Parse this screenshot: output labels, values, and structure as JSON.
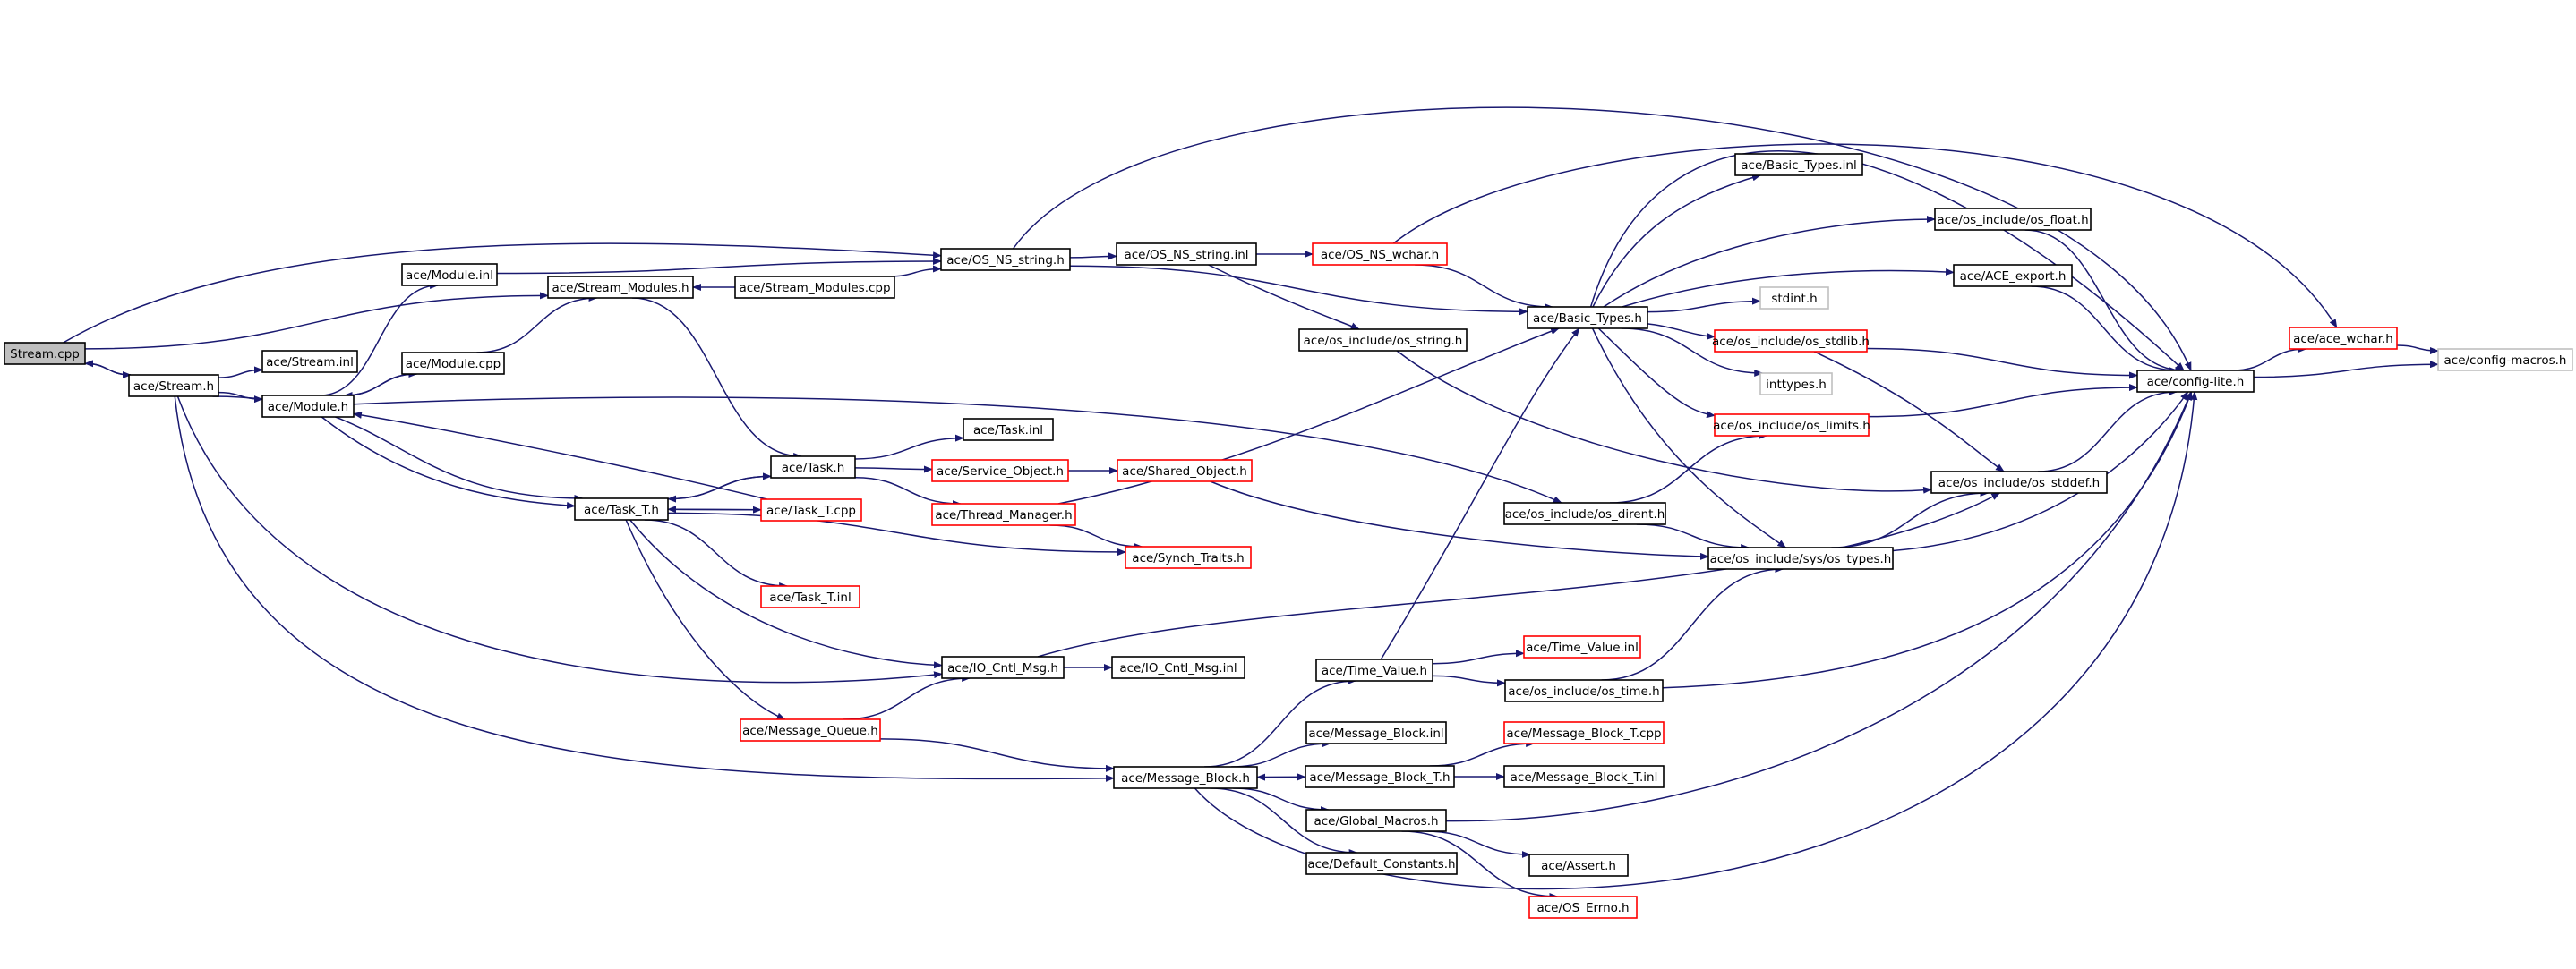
{
  "diagram": {
    "type": "include-dependency-graph",
    "colors": {
      "edge": "#191970",
      "box_normal": "#000000",
      "box_unresolved": "#ff0000",
      "box_missing": "#bfbfbf",
      "root_fill": "#bfbfbf"
    },
    "nodes": [
      {
        "id": "n0",
        "label": "Stream.cpp",
        "style": "root"
      },
      {
        "id": "n1",
        "label": "ace/Stream.h",
        "style": "normal"
      },
      {
        "id": "n2",
        "label": "ace/Stream.inl",
        "style": "normal"
      },
      {
        "id": "n3",
        "label": "ace/Module.h",
        "style": "normal"
      },
      {
        "id": "n4",
        "label": "ace/Module.inl",
        "style": "normal"
      },
      {
        "id": "n5",
        "label": "ace/Module.cpp",
        "style": "normal"
      },
      {
        "id": "n6",
        "label": "ace/Stream_Modules.h",
        "style": "normal"
      },
      {
        "id": "n7",
        "label": "ace/Stream_Modules.cpp",
        "style": "normal"
      },
      {
        "id": "n8",
        "label": "ace/OS_NS_string.h",
        "style": "normal"
      },
      {
        "id": "n9",
        "label": "ace/OS_NS_string.inl",
        "style": "normal"
      },
      {
        "id": "n10",
        "label": "ace/OS_NS_wchar.h",
        "style": "unresolved"
      },
      {
        "id": "n11",
        "label": "ace/os_include/os_string.h",
        "style": "normal"
      },
      {
        "id": "n12",
        "label": "ace/Basic_Types.h",
        "style": "normal"
      },
      {
        "id": "n13",
        "label": "ace/Basic_Types.inl",
        "style": "normal"
      },
      {
        "id": "n14",
        "label": "stdint.h",
        "style": "missing"
      },
      {
        "id": "n15",
        "label": "inttypes.h",
        "style": "missing"
      },
      {
        "id": "n16",
        "label": "ace/os_include/os_stdlib.h",
        "style": "unresolved"
      },
      {
        "id": "n17",
        "label": "ace/os_include/os_limits.h",
        "style": "unresolved"
      },
      {
        "id": "n18",
        "label": "ace/os_include/os_float.h",
        "style": "normal"
      },
      {
        "id": "n19",
        "label": "ace/ACE_export.h",
        "style": "normal"
      },
      {
        "id": "n20",
        "label": "ace/config-lite.h",
        "style": "normal"
      },
      {
        "id": "n21",
        "label": "ace/ace_wchar.h",
        "style": "unresolved"
      },
      {
        "id": "n22",
        "label": "ace/config-macros.h",
        "style": "missing"
      },
      {
        "id": "n23",
        "label": "ace/os_include/os_stddef.h",
        "style": "normal"
      },
      {
        "id": "n24",
        "label": "ace/os_include/sys/os_types.h",
        "style": "normal"
      },
      {
        "id": "n25",
        "label": "ace/os_include/os_dirent.h",
        "style": "normal"
      },
      {
        "id": "n26",
        "label": "ace/Task.h",
        "style": "normal"
      },
      {
        "id": "n27",
        "label": "ace/Task.inl",
        "style": "normal"
      },
      {
        "id": "n28",
        "label": "ace/Service_Object.h",
        "style": "unresolved"
      },
      {
        "id": "n29",
        "label": "ace/Shared_Object.h",
        "style": "unresolved"
      },
      {
        "id": "n30",
        "label": "ace/Thread_Manager.h",
        "style": "unresolved"
      },
      {
        "id": "n31",
        "label": "ace/Synch_Traits.h",
        "style": "unresolved"
      },
      {
        "id": "n32",
        "label": "ace/Task_T.h",
        "style": "normal"
      },
      {
        "id": "n33",
        "label": "ace/Task_T.cpp",
        "style": "unresolved"
      },
      {
        "id": "n34",
        "label": "ace/Task_T.inl",
        "style": "unresolved"
      },
      {
        "id": "n35",
        "label": "ace/IO_Cntl_Msg.h",
        "style": "normal"
      },
      {
        "id": "n36",
        "label": "ace/IO_Cntl_Msg.inl",
        "style": "normal"
      },
      {
        "id": "n37",
        "label": "ace/Message_Queue.h",
        "style": "unresolved"
      },
      {
        "id": "n38",
        "label": "ace/Message_Block.h",
        "style": "normal"
      },
      {
        "id": "n39",
        "label": "ace/Time_Value.h",
        "style": "normal"
      },
      {
        "id": "n40",
        "label": "ace/Time_Value.inl",
        "style": "unresolved"
      },
      {
        "id": "n41",
        "label": "ace/os_include/os_time.h",
        "style": "normal"
      },
      {
        "id": "n42",
        "label": "ace/Message_Block.inl",
        "style": "normal"
      },
      {
        "id": "n43",
        "label": "ace/Message_Block_T.h",
        "style": "normal"
      },
      {
        "id": "n44",
        "label": "ace/Message_Block_T.cpp",
        "style": "unresolved"
      },
      {
        "id": "n45",
        "label": "ace/Message_Block_T.inl",
        "style": "normal"
      },
      {
        "id": "n46",
        "label": "ace/Global_Macros.h",
        "style": "normal"
      },
      {
        "id": "n47",
        "label": "ace/Assert.h",
        "style": "normal"
      },
      {
        "id": "n48",
        "label": "ace/OS_Errno.h",
        "style": "unresolved"
      },
      {
        "id": "n49",
        "label": "ace/Default_Constants.h",
        "style": "normal"
      }
    ],
    "edges": [
      [
        "n0",
        "n1"
      ],
      [
        "n0",
        "n6"
      ],
      [
        "n0",
        "n8"
      ],
      [
        "n1",
        "n0"
      ],
      [
        "n1",
        "n2"
      ],
      [
        "n1",
        "n3"
      ],
      [
        "n1",
        "n32"
      ],
      [
        "n1",
        "n35"
      ],
      [
        "n1",
        "n38"
      ],
      [
        "n3",
        "n4"
      ],
      [
        "n3",
        "n5"
      ],
      [
        "n3",
        "n32"
      ],
      [
        "n3",
        "n25"
      ],
      [
        "n4",
        "n8"
      ],
      [
        "n5",
        "n6"
      ],
      [
        "n5",
        "n3"
      ],
      [
        "n6",
        "n26"
      ],
      [
        "n7",
        "n6"
      ],
      [
        "n7",
        "n8"
      ],
      [
        "n8",
        "n9"
      ],
      [
        "n8",
        "n12"
      ],
      [
        "n8",
        "n20"
      ],
      [
        "n9",
        "n10"
      ],
      [
        "n9",
        "n11"
      ],
      [
        "n10",
        "n12"
      ],
      [
        "n10",
        "n21"
      ],
      [
        "n11",
        "n23"
      ],
      [
        "n12",
        "n13"
      ],
      [
        "n12",
        "n14"
      ],
      [
        "n12",
        "n15"
      ],
      [
        "n12",
        "n16"
      ],
      [
        "n12",
        "n17"
      ],
      [
        "n12",
        "n18"
      ],
      [
        "n12",
        "n19"
      ],
      [
        "n12",
        "n20"
      ],
      [
        "n12",
        "n24"
      ],
      [
        "n16",
        "n20"
      ],
      [
        "n16",
        "n23"
      ],
      [
        "n17",
        "n20"
      ],
      [
        "n18",
        "n20"
      ],
      [
        "n19",
        "n20"
      ],
      [
        "n20",
        "n21"
      ],
      [
        "n20",
        "n22"
      ],
      [
        "n21",
        "n22"
      ],
      [
        "n23",
        "n20"
      ],
      [
        "n24",
        "n23"
      ],
      [
        "n24",
        "n20"
      ],
      [
        "n25",
        "n17"
      ],
      [
        "n25",
        "n24"
      ],
      [
        "n26",
        "n27"
      ],
      [
        "n26",
        "n28"
      ],
      [
        "n26",
        "n30"
      ],
      [
        "n26",
        "n32"
      ],
      [
        "n28",
        "n29"
      ],
      [
        "n29",
        "n24"
      ],
      [
        "n30",
        "n12"
      ],
      [
        "n30",
        "n31"
      ],
      [
        "n32",
        "n26"
      ],
      [
        "n32",
        "n33"
      ],
      [
        "n32",
        "n34"
      ],
      [
        "n32",
        "n31"
      ],
      [
        "n32",
        "n35"
      ],
      [
        "n32",
        "n37"
      ],
      [
        "n33",
        "n32"
      ],
      [
        "n33",
        "n3"
      ],
      [
        "n35",
        "n36"
      ],
      [
        "n35",
        "n23"
      ],
      [
        "n37",
        "n35"
      ],
      [
        "n37",
        "n38"
      ],
      [
        "n38",
        "n39"
      ],
      [
        "n38",
        "n42"
      ],
      [
        "n38",
        "n43"
      ],
      [
        "n38",
        "n46"
      ],
      [
        "n38",
        "n49"
      ],
      [
        "n38",
        "n20"
      ],
      [
        "n39",
        "n12"
      ],
      [
        "n39",
        "n40"
      ],
      [
        "n39",
        "n41"
      ],
      [
        "n41",
        "n24"
      ],
      [
        "n41",
        "n20"
      ],
      [
        "n43",
        "n38"
      ],
      [
        "n43",
        "n44"
      ],
      [
        "n43",
        "n45"
      ],
      [
        "n46",
        "n47"
      ],
      [
        "n46",
        "n48"
      ],
      [
        "n46",
        "n20"
      ]
    ]
  }
}
